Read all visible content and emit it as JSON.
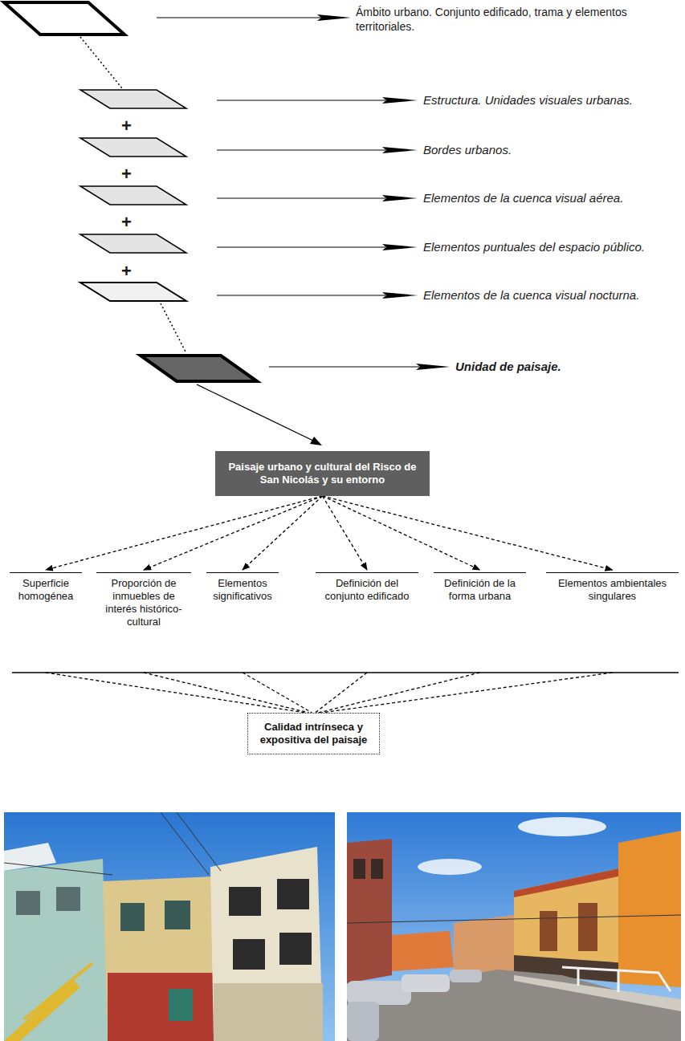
{
  "diagram": {
    "nodes": [
      {
        "text": [
          "Paisaje urbano y cultural del Risco de San Nicolás y su entorno"
        ]
      },
      {
        "text": [
          "Superficie homogénea"
        ]
      },
      {
        "text": [
          "Proporción de inmuebles de interés histórico-cultural"
        ]
      },
      {
        "text": [
          "Elementos significativos"
        ]
      },
      {
        "text": [
          "Definición del conjunto edificado"
        ]
      },
      {
        "text": [
          "Definición de la forma urbana"
        ]
      },
      {
        "text": [
          "Elementos ambientales singulares"
        ]
      },
      {
        "text": [
          "Calidad intrínseca y expositiva del paisaje"
        ]
      }
    ],
    "edges": [
      {
        "from": 0,
        "to": 1,
        "arrow": "to"
      },
      {
        "from": 0,
        "to": 2,
        "arrow": "to"
      },
      {
        "from": 0,
        "to": 3,
        "arrow": "to"
      },
      {
        "from": 0,
        "to": 4,
        "arrow": "to"
      },
      {
        "from": 0,
        "to": 5,
        "arrow": "to"
      },
      {
        "from": 0,
        "to": 6,
        "arrow": "to"
      },
      {
        "from": 1,
        "to": 7,
        "arrow": "none"
      },
      {
        "from": 2,
        "to": 7,
        "arrow": "none"
      },
      {
        "from": 3,
        "to": 7,
        "arrow": "none"
      },
      {
        "from": 4,
        "to": 7,
        "arrow": "none"
      },
      {
        "from": 5,
        "to": 7,
        "arrow": "none"
      },
      {
        "from": 6,
        "to": 7,
        "arrow": "none"
      }
    ],
    "labels": [
      "Ámbito urbano. Conjunto edificado, trama y elementos territoriales.",
      "Estructura. Unidades visuales urbanas.",
      "+",
      "Bordes urbanos.",
      "+",
      "Elementos de la cuenca visual aérea.",
      "+",
      "Elementos puntuales del espacio público.",
      "+",
      "Elementos de la cuenca visual nocturna.",
      "Unidad de paisaje."
    ]
  }
}
